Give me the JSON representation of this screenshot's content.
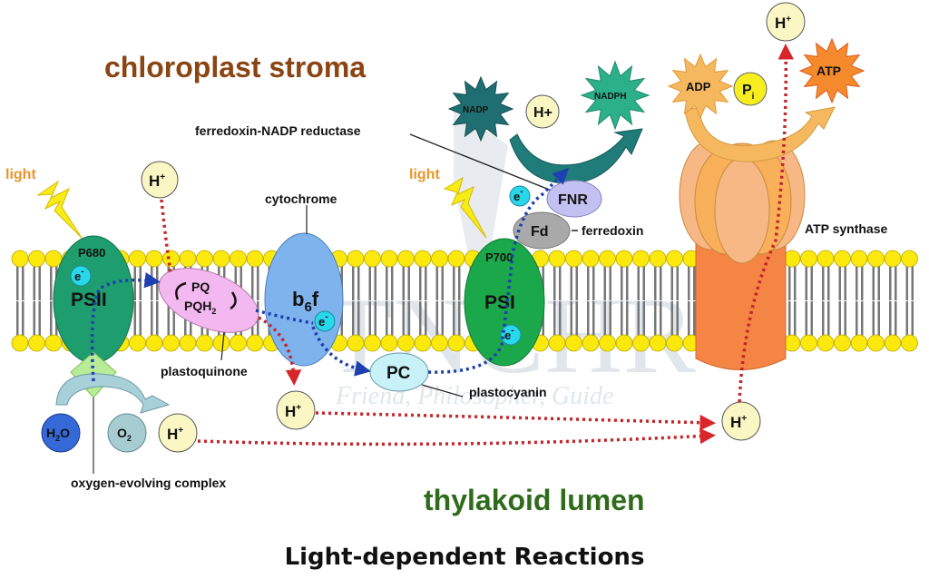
{
  "title": "Light-dependent Reactions",
  "regions": {
    "stroma": "chloroplast stroma",
    "lumen": "thylakoid lumen"
  },
  "colors": {
    "stroma": "#8b4513",
    "lumen": "#2e6b1a",
    "light": "#e8952a",
    "psii": "#1e9e6e",
    "psi": "#1aa84a",
    "cytochrome": "#7eb3ee",
    "plastoquinone": "#f4b8f0",
    "plastocyanin": "#c8f2f8",
    "fnr": "#c3c0f2",
    "fd": "#a9a9a9",
    "proton": "#fbf7c4",
    "electron": "#29d7ea",
    "atp_synthase_head": "#f8b05a",
    "atp_synthase_stalk": "#f48545",
    "lipid_head": "#fbe80c",
    "electron_path": "#1d3fb0",
    "proton_path": "#c4252a"
  },
  "watermark": {
    "logo": "TNCHR",
    "tagline": "Friend, Philosopher, Guide"
  },
  "psii": {
    "name": "PSII",
    "reaction_center": "P680",
    "light_label": "light",
    "electron": "e-"
  },
  "oec": {
    "label": "oxygen-evolving complex",
    "water": "H2O",
    "oxygen": "O2",
    "proton": "H+"
  },
  "plastoquinone": {
    "label": "plastoquinone",
    "oxidized": "PQ",
    "reduced": "PQH2",
    "proton_in": "H+",
    "proton_out": "H+"
  },
  "cytochrome": {
    "label": "cytochrome",
    "name_main": "b",
    "name_sub": "6",
    "name_tail": "f",
    "electron": "e-"
  },
  "plastocyanin": {
    "abbr": "PC",
    "label": "plastocyanin"
  },
  "psi": {
    "name": "PSI",
    "reaction_center": "P700",
    "light_label": "light",
    "electron": "e-"
  },
  "ferredoxin": {
    "abbr": "Fd",
    "label": "ferredoxin",
    "electron": "e-"
  },
  "fnr": {
    "abbr": "FNR",
    "label": "ferredoxin-NADP reductase"
  },
  "nadp_reaction": {
    "reactant": "NADP",
    "proton": "H+",
    "product": "NADPH"
  },
  "atp_synthase": {
    "label": "ATP synthase",
    "substrate": "ADP",
    "phosphate_main": "P",
    "phosphate_sub": "i",
    "product": "ATP",
    "proton_lumen": "H+",
    "proton_stroma": "H+"
  }
}
